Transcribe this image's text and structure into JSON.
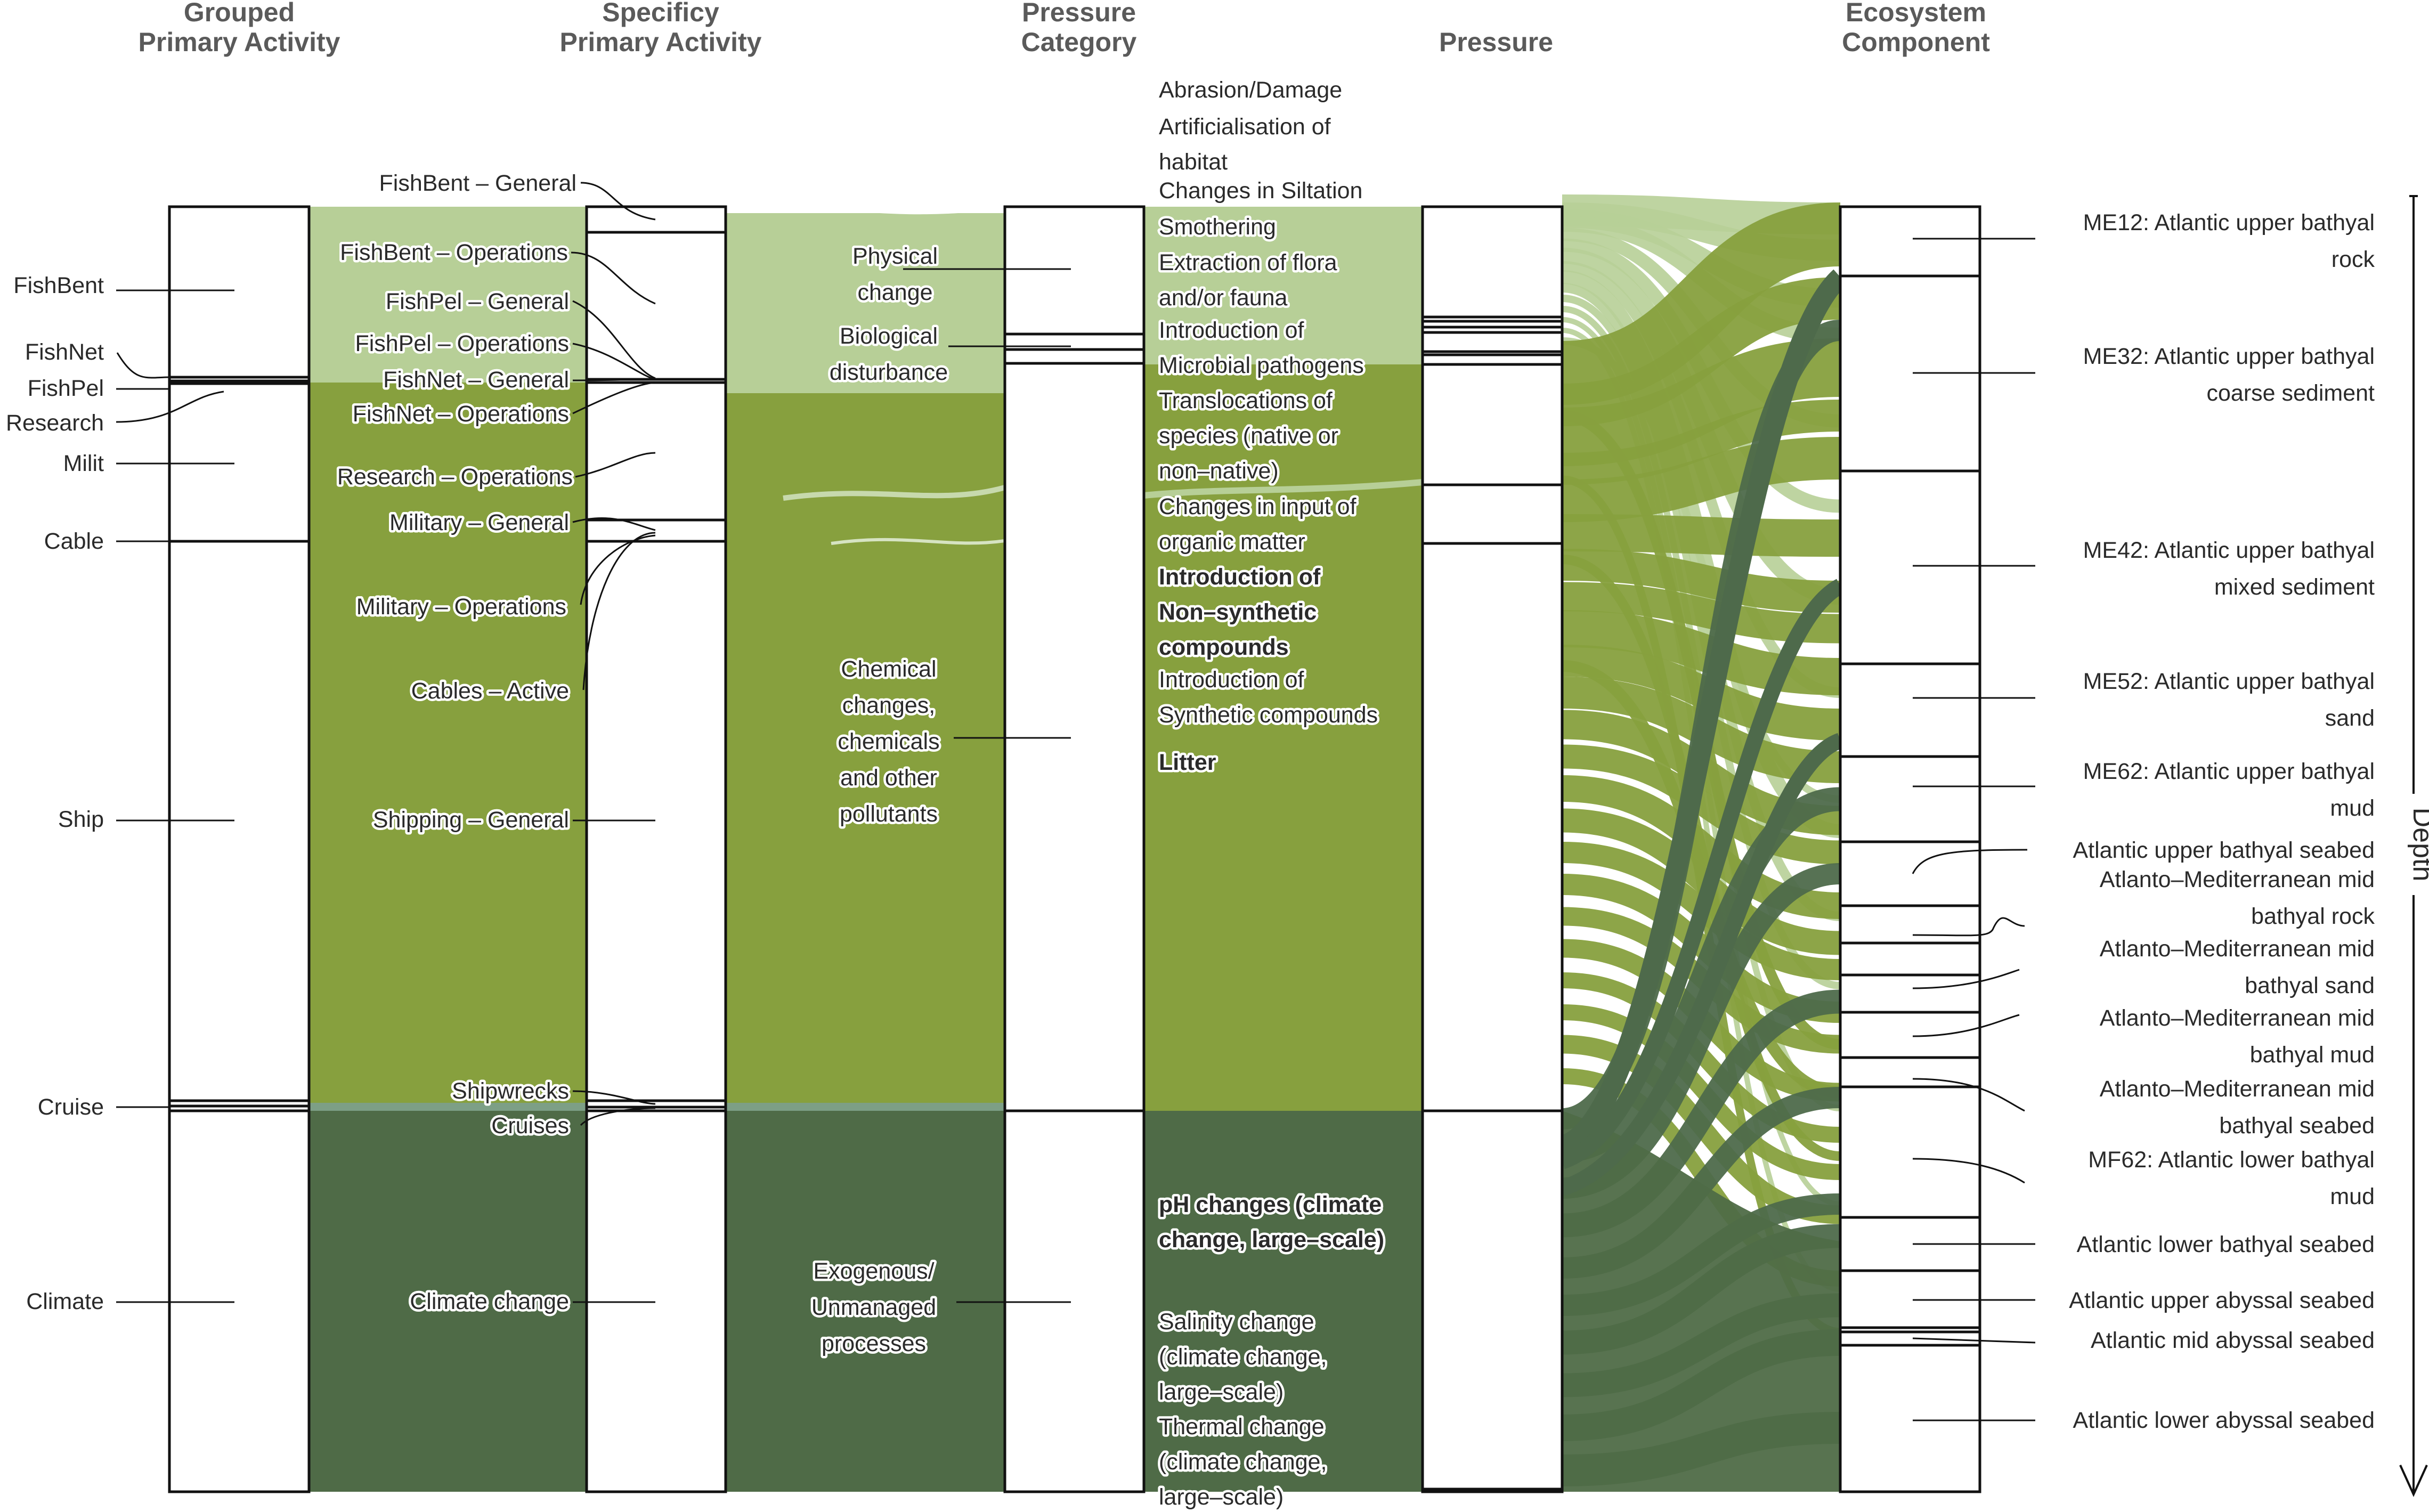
{
  "colors": {
    "physical": "#b7cf97",
    "pollutants": "#87a03e",
    "climate": "#4f6b47",
    "dark_ribbon": "#4e6a4b",
    "line": "#111111",
    "header": "#5a5a5a",
    "text": "#2a2a2a"
  },
  "headers": {
    "grouped": [
      "Grouped",
      "Primary Activity"
    ],
    "specific": [
      "Specificy",
      "Primary Activity"
    ],
    "category": [
      "Pressure",
      "Category"
    ],
    "pressure": [
      "Pressure"
    ],
    "component": [
      "Ecosystem",
      "Component"
    ]
  },
  "depth_label": "Depth",
  "grouped_activities": [
    "FishBent",
    "FishNet",
    "FishPel",
    "Research",
    "Milit",
    "Cable",
    "Ship",
    "Cruise",
    "Climate"
  ],
  "specific_activities": [
    "FishBent – General",
    "FishBent – Operations",
    "FishPel – General",
    "FishPel – Operations",
    "FishNet – General",
    "FishNet – Operations",
    "Research – Operations",
    "Military – General",
    "Military – Operations",
    "Cables – Active",
    "Shipping – General",
    "Shipwrecks",
    "Cruises",
    "Climate change"
  ],
  "pressure_categories": [
    [
      "Physical",
      "change"
    ],
    [
      "Biological",
      "disturbance"
    ],
    [
      "Chemical",
      "changes,",
      "chemicals",
      "and other",
      "pollutants"
    ],
    [
      "Exogenous/",
      "Unmanaged",
      "processes"
    ]
  ],
  "pressures": [
    {
      "lines": [
        "Abrasion/Damage"
      ],
      "bold": false
    },
    {
      "lines": [
        "Artificialisation of",
        "habitat"
      ],
      "bold": false
    },
    {
      "lines": [
        "Changes in Siltation"
      ],
      "bold": false
    },
    {
      "lines": [
        "Smothering"
      ],
      "bold": false
    },
    {
      "lines": [
        "Extraction of flora",
        "and/or fauna"
      ],
      "bold": false
    },
    {
      "lines": [
        "Introduction of",
        "Microbial pathogens"
      ],
      "bold": false
    },
    {
      "lines": [
        "Translocations of",
        "species (native or",
        "non–native)"
      ],
      "bold": false
    },
    {
      "lines": [
        "Changes in input of",
        "organic matter"
      ],
      "bold": false
    },
    {
      "lines": [
        "Introduction of",
        "Non–synthetic",
        "compounds"
      ],
      "bold": true
    },
    {
      "lines": [
        "Introduction of",
        "Synthetic compounds"
      ],
      "bold": false
    },
    {
      "lines": [
        "Litter"
      ],
      "bold": true
    },
    {
      "lines": [
        "pH changes (climate",
        "change, large–scale)"
      ],
      "bold": true
    },
    {
      "lines": [
        "Salinity change",
        "(climate change,",
        "large–scale)"
      ],
      "bold": false
    },
    {
      "lines": [
        "Thermal change",
        "(climate change,",
        "large–scale)"
      ],
      "bold": false
    }
  ],
  "ecosystem_components": [
    [
      "ME12: Atlantic upper bathyal",
      "rock"
    ],
    [
      "ME32: Atlantic upper bathyal",
      "coarse sediment"
    ],
    [
      "ME42: Atlantic upper bathyal",
      "mixed sediment"
    ],
    [
      "ME52: Atlantic upper bathyal",
      "sand"
    ],
    [
      "ME62: Atlantic upper bathyal",
      "mud"
    ],
    [
      "Atlantic upper bathyal seabed"
    ],
    [
      "Atlanto–Mediterranean mid",
      "bathyal rock"
    ],
    [
      "Atlanto–Mediterranean mid",
      "bathyal sand"
    ],
    [
      "Atlanto–Mediterranean mid",
      "bathyal mud"
    ],
    [
      "Atlanto–Mediterranean mid",
      "bathyal seabed"
    ],
    [
      "MF62: Atlantic lower bathyal",
      "mud"
    ],
    [
      "Atlantic lower bathyal seabed"
    ],
    [
      "Atlantic upper abyssal seabed"
    ],
    [
      "Atlantic mid abyssal seabed"
    ],
    [
      "Atlantic lower abyssal seabed"
    ]
  ]
}
